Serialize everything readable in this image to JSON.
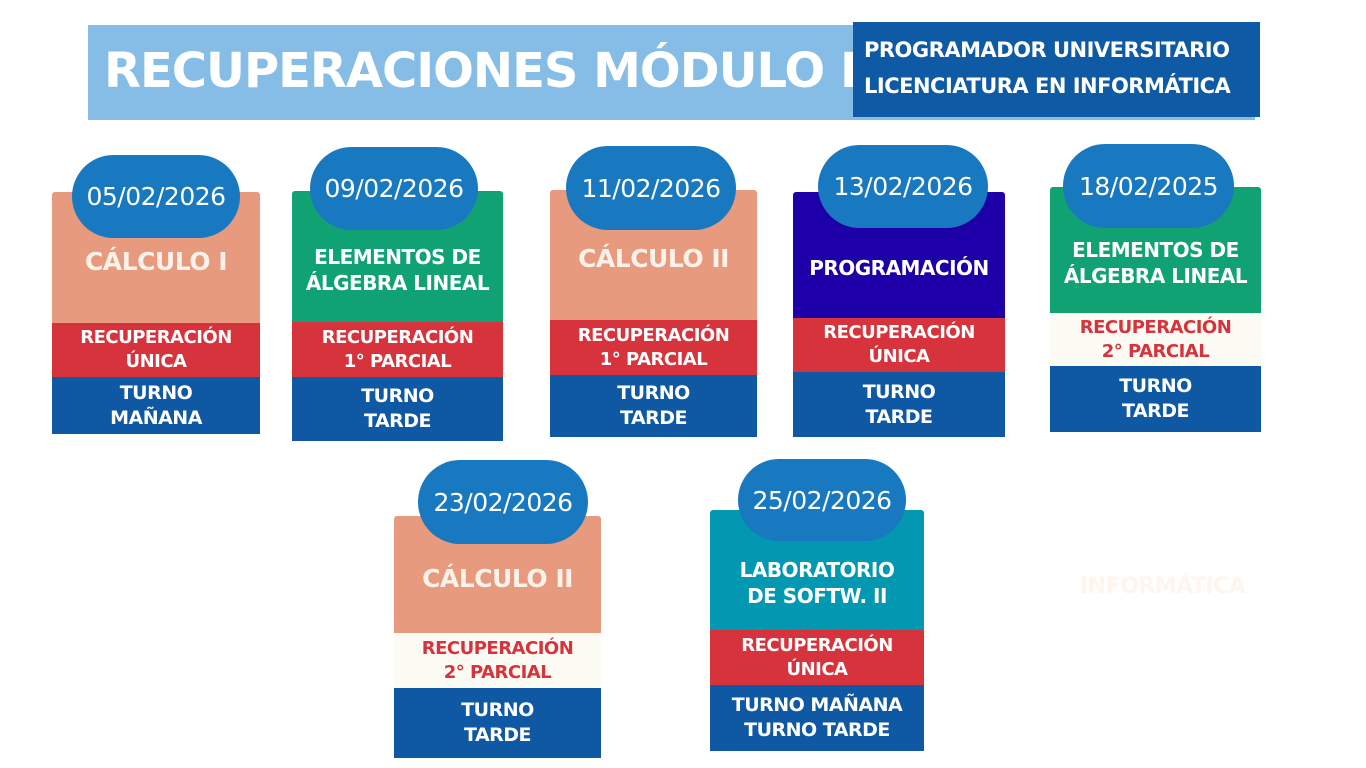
{
  "header": {
    "title": "RECUPERACIONES MÓDULO II",
    "subtitle_line1": "PROGRAMADOR UNIVERSITARIO",
    "subtitle_line2": "LICENCIATURA EN INFORMÁTICA"
  },
  "colors": {
    "salmon": "#e79a7d",
    "green": "#11a273",
    "purple": "#1d00a8",
    "teal": "#0298b2",
    "red": "#d7333d",
    "blue": "#0f58a4",
    "pill": "#1878c0"
  },
  "cards": [
    {
      "date": "05/02/2026",
      "subject": "CÁLCULO I",
      "recovery": "RECUPERACIÓN\nÚNICA",
      "shift": "TURNO\nMAÑANA"
    },
    {
      "date": "09/02/2026",
      "subject": "ELEMENTOS DE\nÁLGEBRA LINEAL",
      "recovery": "RECUPERACIÓN\n1° PARCIAL",
      "shift": "TURNO\nTARDE"
    },
    {
      "date": "11/02/2026",
      "subject": "CÁLCULO II",
      "recovery": "RECUPERACIÓN\n1° PARCIAL",
      "shift": "TURNO\nTARDE"
    },
    {
      "date": "13/02/2026",
      "subject": "PROGRAMACIÓN",
      "recovery": "RECUPERACIÓN\nÚNICA",
      "shift": "TURNO\nTARDE"
    },
    {
      "date": "18/02/2025",
      "subject": "ELEMENTOS DE\nÁLGEBRA LINEAL",
      "recovery": "RECUPERACIÓN\n2° PARCIAL",
      "shift": "TURNO\nTARDE"
    },
    {
      "date": "23/02/2026",
      "subject": "CÁLCULO II",
      "recovery": "RECUPERACIÓN\n2° PARCIAL",
      "shift": "TURNO\nTARDE"
    },
    {
      "date": "25/02/2026",
      "subject": "LABORATORIO\nDE SOFTW. II",
      "recovery": "RECUPERACIÓN\nÚNICA",
      "shift": "TURNO MAÑANA\nTURNO TARDE"
    }
  ],
  "faint_text": "INFORMÁTICA"
}
